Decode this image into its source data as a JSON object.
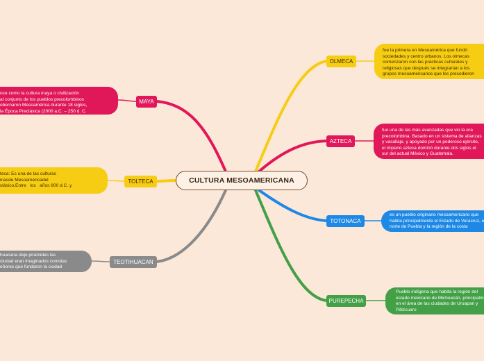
{
  "central": {
    "title": "CULTURA MESOAMERICANA"
  },
  "colors": {
    "background": "#fbe8d9",
    "maya": "#e0185a",
    "tolteca": "#f7cd14",
    "teotihuacan": "#8a8a8a",
    "olmeca": "#f7cd14",
    "azteca": "#e0185a",
    "totonaca": "#1e88e5",
    "purepecha": "#43a047"
  },
  "branches": {
    "maya": {
      "label": "MAYA",
      "lines": [
        "oce como la cultura maya o civilización",
        "al conjunto de los pueblos precolombinos",
        "obernaron Mesoamérica durante 18 siglos,",
        "la Época Preclásica (2000 a.C. – 250 d. C."
      ]
    },
    "tolteca": {
      "label": "TOLTECA",
      "lines": [
        "teca: Es una de las culturas",
        "inasde Mesoaméricadel",
        "clásico.Entre   los   años 800 d.C. y"
      ]
    },
    "teotihuacan": {
      "label": "TEOTIHUACAN",
      "lines": [
        "huacana dejo pirámides las",
        "ciudad eran imaginados comolas",
        "eñores que fundaron la ciudad"
      ]
    },
    "olmeca": {
      "label": "OLMECA",
      "lines": [
        "fue la primera en Mesoamérica que fundó",
        "sociedades y centro urbanos. Los olmecas",
        "comenzaron con las prácticas culturales y",
        "religiosas que después se integrarían a los",
        "grupos mesoamericanos que les precedieron"
      ]
    },
    "azteca": {
      "label": "AZTECA",
      "lines": [
        "fue una de las más avanzadas que vio la era",
        "precolombina. Basado en un sistema de alianzas",
        "y vasallaje, y apoyado por un poderoso ejército,",
        "el imperio azteca dominó durante dos siglos el",
        "sur del actual México y Guatemala."
      ]
    },
    "totonaca": {
      "label": "TOTONACA",
      "lines": [
        "es un pueblo originario mesoamericano que",
        "habita principalmente el Estado de Veracruz, el",
        "norte de Puebla y la región de la costa"
      ]
    },
    "purepecha": {
      "label": "PUREPECHA",
      "lines": [
        "Pueblo indígena que habita la región del",
        "estado mexicano de Michoacán, principalmente",
        "en el área de las ciudades de Uruapan y",
        "Pátzcuaro"
      ]
    }
  }
}
